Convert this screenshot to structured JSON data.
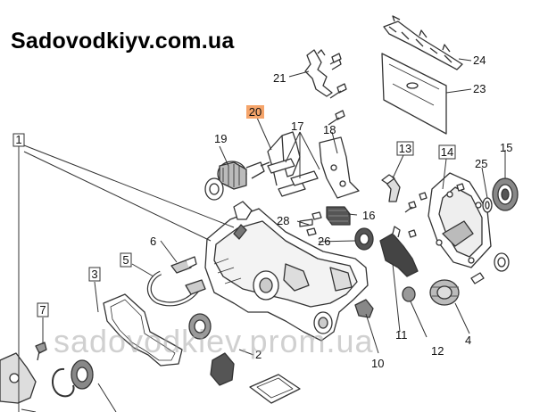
{
  "site_title": "Sadovodkiyv.com.ua",
  "watermark": "sadovodkiev.prom.ua",
  "callouts": {
    "c1": "1",
    "c2": "2",
    "c3": "3",
    "c4": "4",
    "c5": "5",
    "c6": "6",
    "c7": "7",
    "c10": "10",
    "c11": "11",
    "c12": "12",
    "c13": "13",
    "c14": "14",
    "c15": "15",
    "c16": "16",
    "c17": "17",
    "c18": "18",
    "c19": "19",
    "c20": "20",
    "c21": "21",
    "c23": "23",
    "c24": "24",
    "c25": "25",
    "c26": "26",
    "c28": "28"
  },
  "colors": {
    "highlight": "#f5a46a",
    "line": "#333333",
    "part_fill": "#ffffff",
    "part_shade": "#9a9a9a"
  }
}
